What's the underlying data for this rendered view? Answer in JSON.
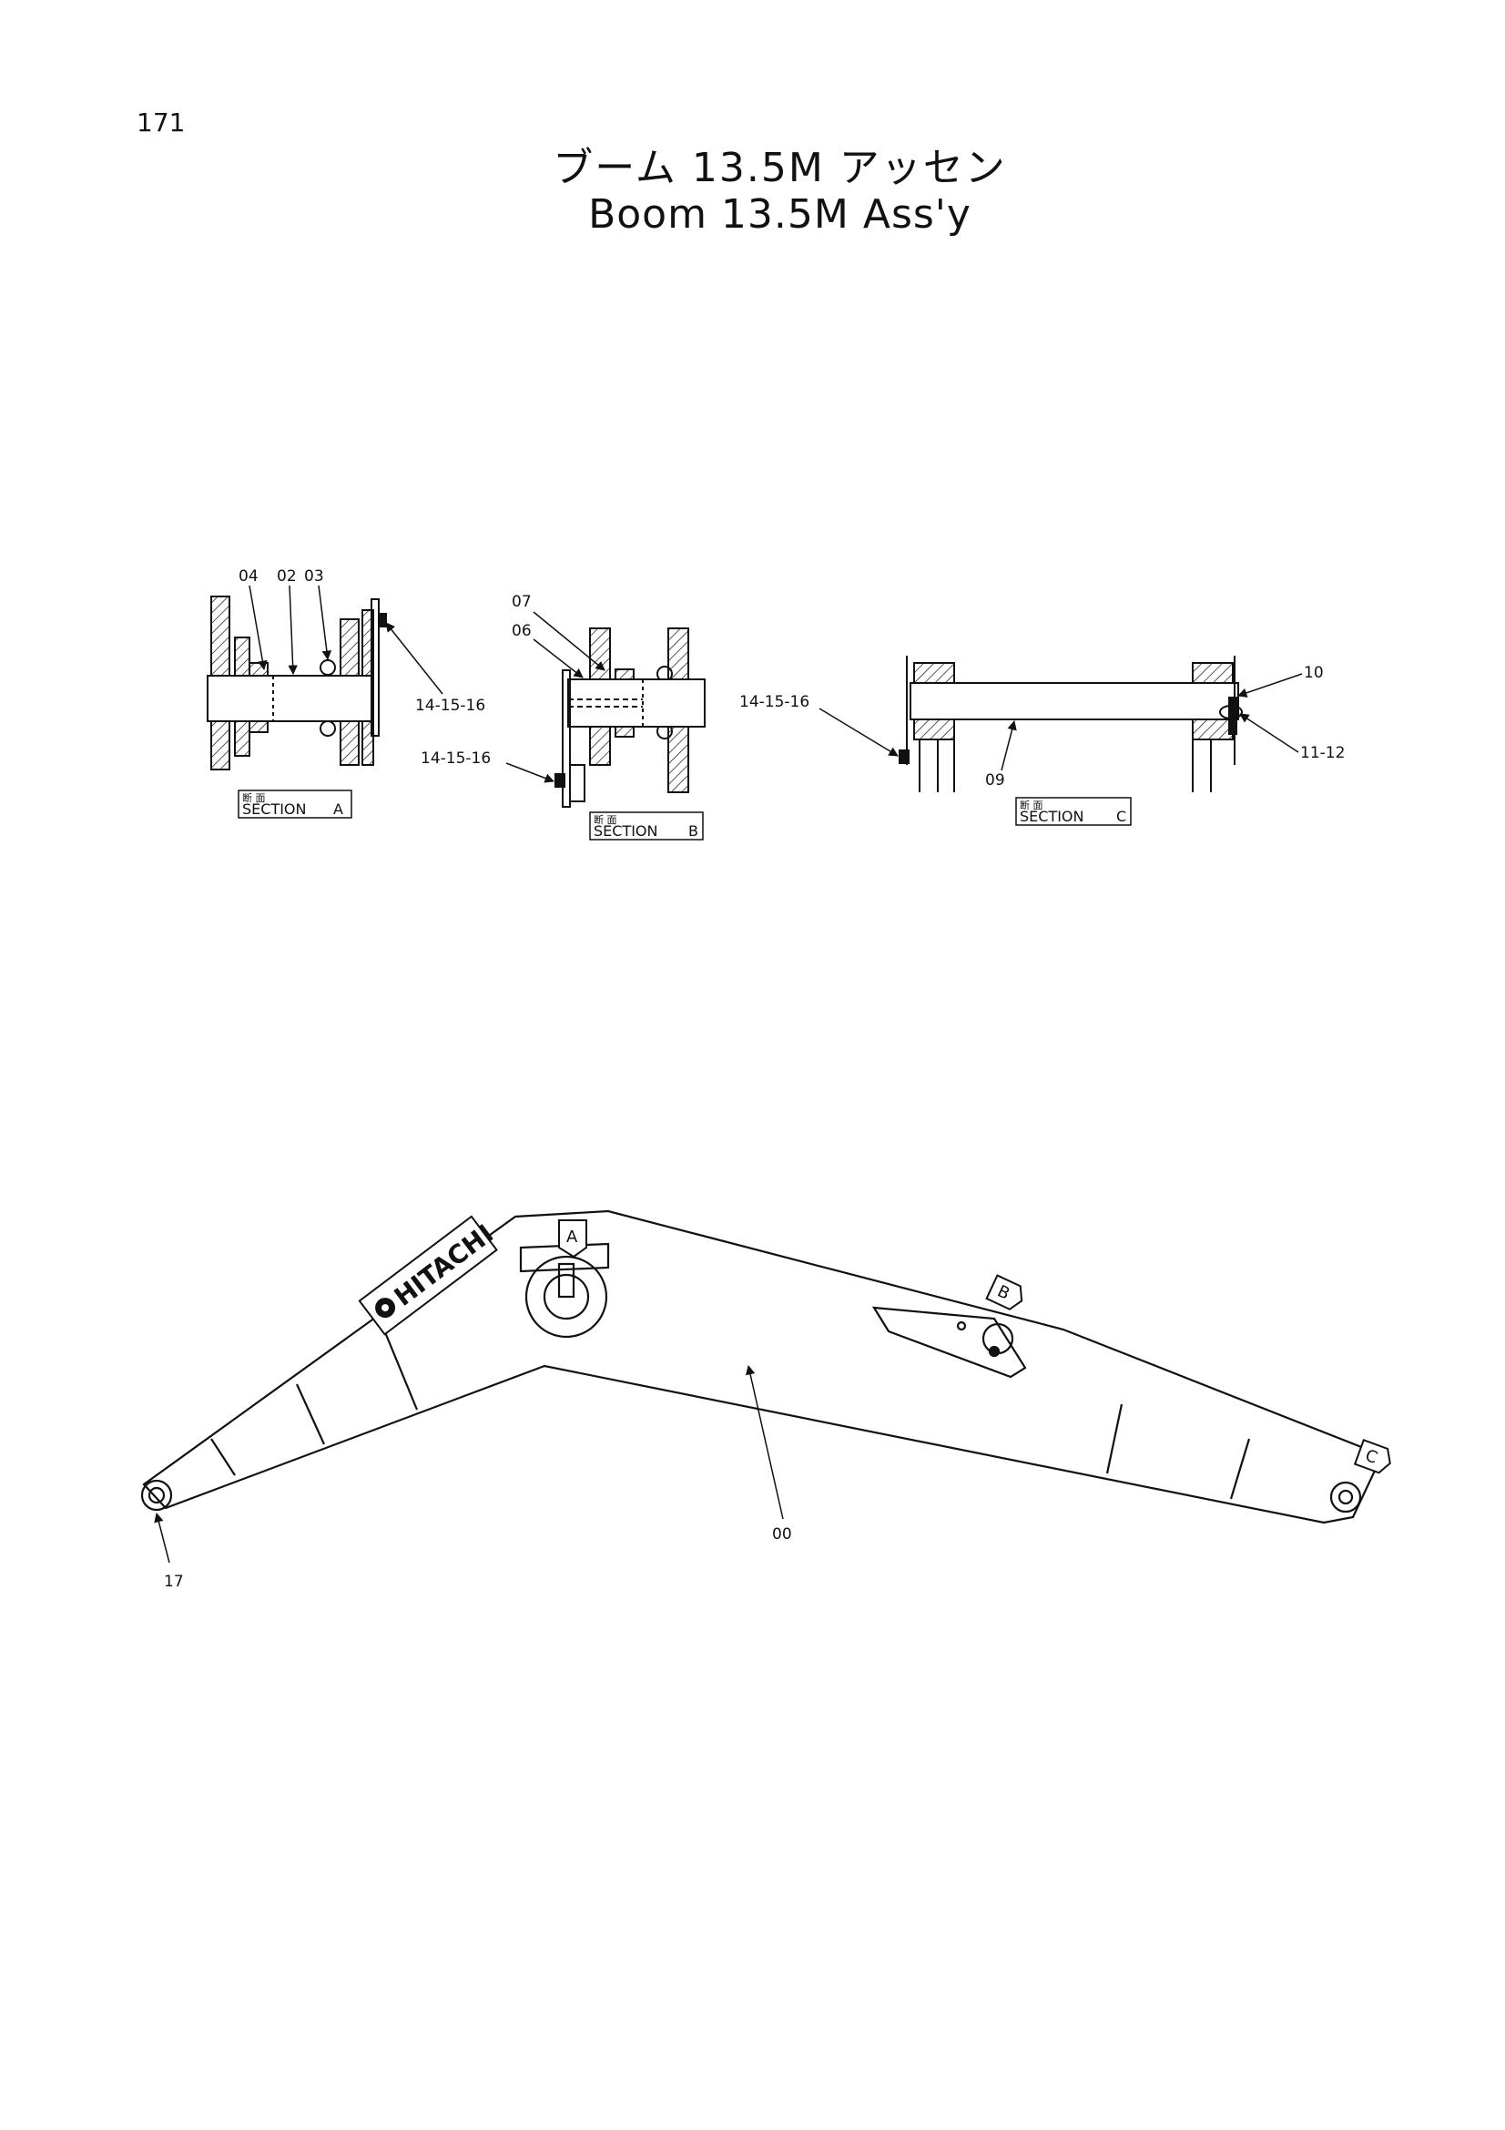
{
  "page_number": "171",
  "title": {
    "japanese": "ブーム 13.5M アッセン",
    "english": "Boom 13.5M Ass'y"
  },
  "sections": {
    "a": {
      "jp_label": "断 面",
      "label": "SECTION",
      "letter": "A"
    },
    "b": {
      "jp_label": "断 面",
      "label": "SECTION",
      "letter": "B"
    },
    "c": {
      "jp_label": "断 面",
      "label": "SECTION",
      "letter": "C"
    }
  },
  "callouts": {
    "p04": "04",
    "p02": "02",
    "p03": "03",
    "a_bolt": "14-15-16",
    "p07": "07",
    "p06": "06",
    "b_bolt": "14-15-16",
    "c_bolt": "14-15-16",
    "p10": "10",
    "p11_12": "11-12",
    "p09": "09",
    "p00": "00",
    "p17": "17"
  },
  "boom": {
    "brand": "HITACHI",
    "markers": {
      "a": "A",
      "b": "B",
      "c": "C"
    }
  },
  "colors": {
    "ink": "#111111",
    "paper": "#ffffff"
  }
}
